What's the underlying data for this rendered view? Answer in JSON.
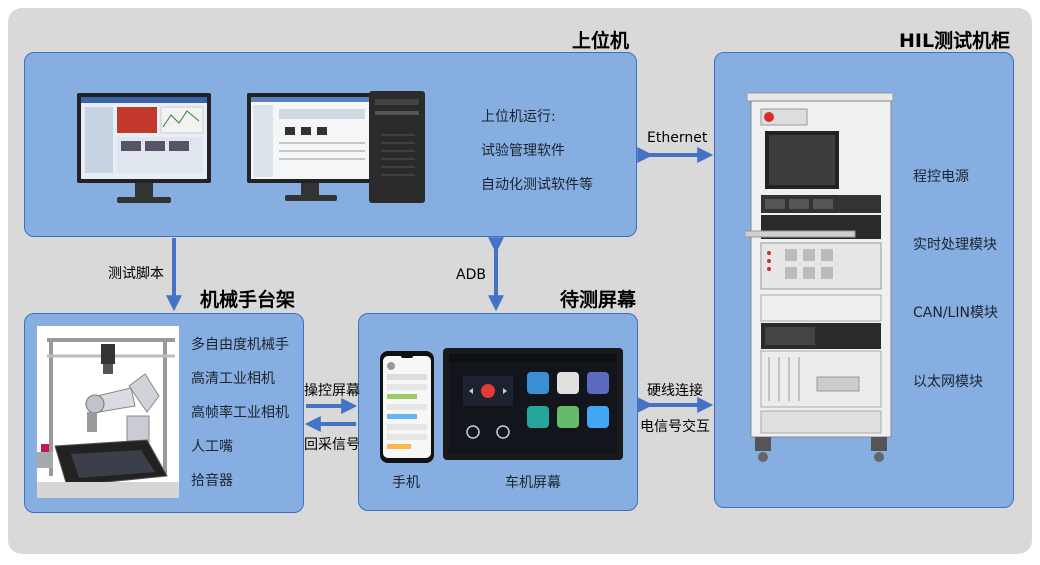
{
  "upper": {
    "title": "上位机",
    "line1": "上位机运行:",
    "line2": "试验管理软件",
    "line3": "自动化测试软件等"
  },
  "hil": {
    "title": "HIL测试机柜",
    "items": [
      "程控电源",
      "实时处理模块",
      "CAN/LIN模块",
      "以太网模块"
    ]
  },
  "robot": {
    "title": "机械手台架",
    "items": [
      "多自由度机械手",
      "高清工业相机",
      "高帧率工业相机",
      "人工嘴",
      "拾音器"
    ]
  },
  "screen": {
    "title": "待测屏幕",
    "phone_label": "手机",
    "car_label": "车机屏幕"
  },
  "links": {
    "ethernet": "Ethernet",
    "adb": "ADB",
    "script": "测试脚本",
    "control": "操控屏幕",
    "feedback": "回采信号",
    "hardwire": "硬线连接",
    "signal": "电信号交互"
  },
  "colors": {
    "box_fill": "#86aee0",
    "box_border": "#3f6fc0",
    "arrow": "#4472c4",
    "background": "#d9d9d9"
  }
}
